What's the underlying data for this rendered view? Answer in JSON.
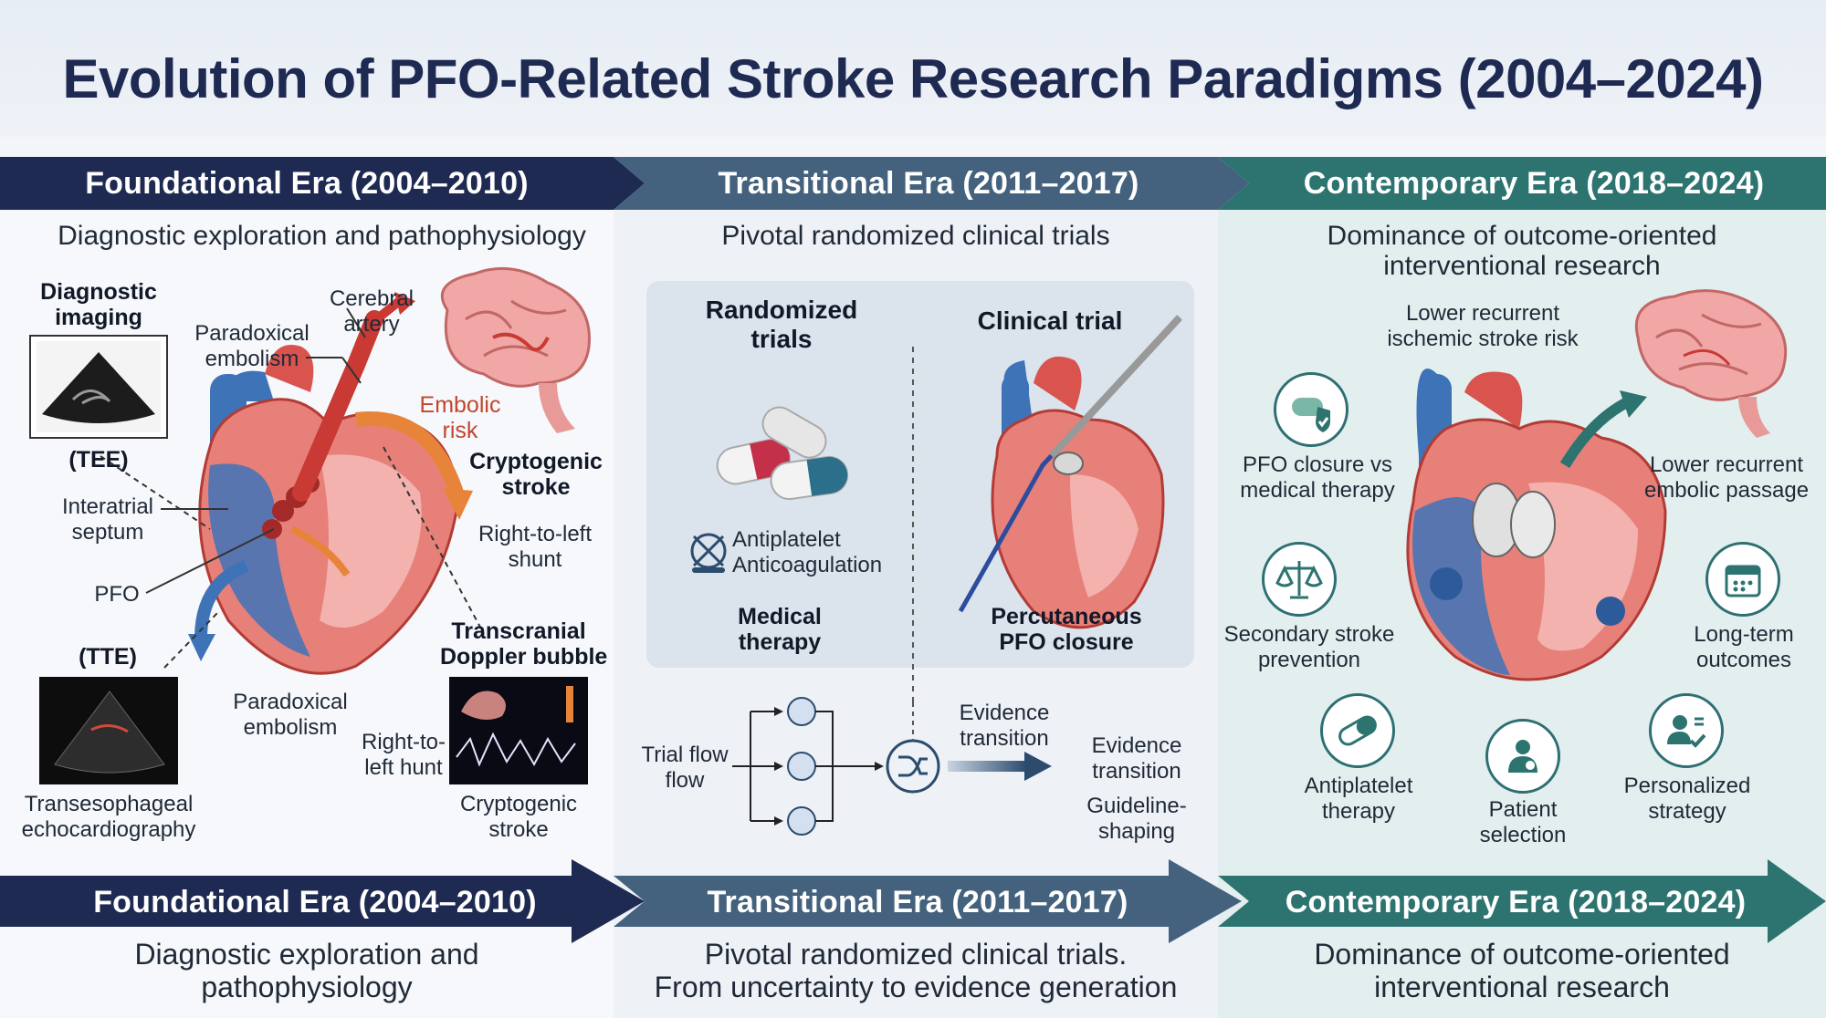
{
  "title": "Evolution of PFO-Related Stroke Research Paradigms (2004–2024)",
  "colors": {
    "foundational": "#1e2a52",
    "transitional": "#42617c",
    "contemporary": "#2d7470",
    "heart_red": "#d9534f",
    "vein_blue": "#3f73b8",
    "embolic_orange": "#e8843a"
  },
  "foundational": {
    "header": "Foundational Era (2004–2010)",
    "subtitle": "Diagnostic exploration and pathophysiology",
    "diag_imaging_1": "Diagnostic",
    "diag_imaging_2": "imaging",
    "tee": "(TEE)",
    "tte": "(TTE)",
    "interatrial_1": "Interatrial",
    "interatrial_2": "septum",
    "pfo": "PFO",
    "paradoxical_top_1": "Paradoxical",
    "paradoxical_top_2": "embolism",
    "cerebral_1": "Cerebral",
    "cerebral_2": "artery",
    "embolic_1": "Embolic",
    "embolic_2": "risk",
    "cryptogenic_top_1": "Cryptogenic",
    "cryptogenic_top_2": "stroke",
    "rtl_shunt_1": "Right-to-left",
    "rtl_shunt_2": "shunt",
    "tcd_1": "Transcranial",
    "tcd_2": "Doppler bubble",
    "paradoxical_bot_1": "Paradoxical",
    "paradoxical_bot_2": "embolism",
    "rtl_hunt_1": "Right-to-",
    "rtl_hunt_2": "left hunt",
    "tee_full_1": "Transesophageal",
    "tee_full_2": "echocardiography",
    "cryptogenic_bot_1": "Cryptogenic",
    "cryptogenic_bot_2": "stroke",
    "footer_header": "Foundational Era (2004–2010)",
    "footer_1": "Diagnostic exploration and",
    "footer_2": "pathophysiology"
  },
  "transitional": {
    "header": "Transitional Era (2011–2017)",
    "subtitle": "Pivotal randomized clinical trials",
    "randomized_1": "Randomized",
    "randomized_2": "trials",
    "clinical_trial": "Clinical trial",
    "antiplatelet": "Antiplatelet",
    "anticoagulation": "Anticoagulation",
    "medical_1": "Medical",
    "medical_2": "therapy",
    "percutaneous_1": "Percutaneous",
    "percutaneous_2": "PFO closure",
    "trial_flow_1": "Trial flow",
    "trial_flow_2": "flow",
    "evidence_a_1": "Evidence",
    "evidence_a_2": "transition",
    "evidence_b_1": "Evidence",
    "evidence_b_2": "transition",
    "guideline_1": "Guideline-",
    "guideline_2": "shaping",
    "footer_header": "Transitional Era (2011–2017)",
    "footer_1": "Pivotal randomized clinical trials.",
    "footer_2": "From uncertainty to evidence generation"
  },
  "contemporary": {
    "header": "Contemporary Era (2018–2024)",
    "subtitle_1": "Dominance of outcome-oriented",
    "subtitle_2": "interventional research",
    "lower_ischemic_1": "Lower recurrent",
    "lower_ischemic_2": "ischemic stroke risk",
    "pfo_vs_1": "PFO closure vs",
    "pfo_vs_2": "medical therapy",
    "lower_embolic_1": "Lower recurrent",
    "lower_embolic_2": "embolic passage",
    "secondary_1": "Secondary stroke",
    "secondary_2": "prevention",
    "longterm_1": "Long-term",
    "longterm_2": "outcomes",
    "antiplatelet_1": "Antiplatelet",
    "antiplatelet_2": "therapy",
    "patient_1": "Patient",
    "patient_2": "selection",
    "personalized_1": "Personalized",
    "personalized_2": "strategy",
    "footer_header": "Contemporary Era (2018–2024)",
    "footer_1": "Dominance of outcome-oriented",
    "footer_2": "interventional research"
  },
  "icons": [
    "shield-icon",
    "scales-icon",
    "calendar-icon",
    "pills-icon",
    "patient-icon",
    "person-check-icon",
    "shuffle-icon",
    "antiplatelet-icon"
  ]
}
